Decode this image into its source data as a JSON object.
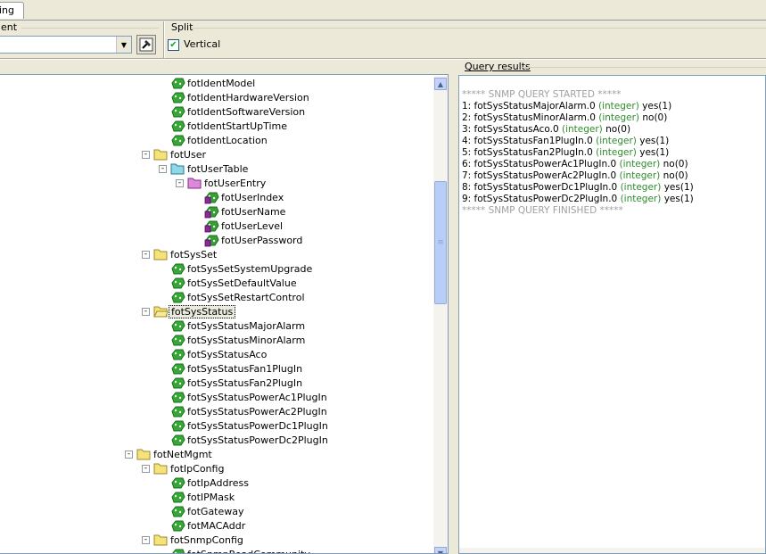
{
  "tab": {
    "label": "ing"
  },
  "agent": {
    "group_label": "gent",
    "combo_value": ""
  },
  "split": {
    "group_label": "Split",
    "vertical_label": "Vertical",
    "vertical_checked": true
  },
  "results": {
    "group_label": "Query results"
  },
  "tree": {
    "selected": "fotSysStatus",
    "rows": [
      {
        "label": "fotIdentModel",
        "depth": 3,
        "type": "leaf-green",
        "expander": ""
      },
      {
        "label": "fotIdentHardwareVersion",
        "depth": 3,
        "type": "leaf-green",
        "expander": ""
      },
      {
        "label": "fotIdentSoftwareVersion",
        "depth": 3,
        "type": "leaf-green",
        "expander": ""
      },
      {
        "label": "fotIdentStartUpTime",
        "depth": 3,
        "type": "leaf-green",
        "expander": ""
      },
      {
        "label": "fotIdentLocation",
        "depth": 3,
        "type": "leaf-green",
        "expander": ""
      },
      {
        "label": "fotUser",
        "depth": 2,
        "type": "folder",
        "expander": "-"
      },
      {
        "label": "fotUserTable",
        "depth": 3,
        "type": "folder-cyan",
        "expander": "-"
      },
      {
        "label": "fotUserEntry",
        "depth": 4,
        "type": "folder-pink",
        "expander": "-"
      },
      {
        "label": "fotUserIndex",
        "depth": 5,
        "type": "leaf-purple",
        "expander": ""
      },
      {
        "label": "fotUserName",
        "depth": 5,
        "type": "leaf-purple",
        "expander": ""
      },
      {
        "label": "fotUserLevel",
        "depth": 5,
        "type": "leaf-purple",
        "expander": ""
      },
      {
        "label": "fotUserPassword",
        "depth": 5,
        "type": "leaf-purple",
        "expander": ""
      },
      {
        "label": "fotSysSet",
        "depth": 2,
        "type": "folder",
        "expander": "-"
      },
      {
        "label": "fotSysSetSystemUpgrade",
        "depth": 3,
        "type": "leaf-green",
        "expander": ""
      },
      {
        "label": "fotSysSetDefaultValue",
        "depth": 3,
        "type": "leaf-green",
        "expander": ""
      },
      {
        "label": "fotSysSetRestartControl",
        "depth": 3,
        "type": "leaf-green",
        "expander": ""
      },
      {
        "label": "fotSysStatus",
        "depth": 2,
        "type": "folder-open",
        "expander": "-"
      },
      {
        "label": "fotSysStatusMajorAlarm",
        "depth": 3,
        "type": "leaf-green",
        "expander": ""
      },
      {
        "label": "fotSysStatusMinorAlarm",
        "depth": 3,
        "type": "leaf-green",
        "expander": ""
      },
      {
        "label": "fotSysStatusAco",
        "depth": 3,
        "type": "leaf-green",
        "expander": ""
      },
      {
        "label": "fotSysStatusFan1PlugIn",
        "depth": 3,
        "type": "leaf-green",
        "expander": ""
      },
      {
        "label": "fotSysStatusFan2PlugIn",
        "depth": 3,
        "type": "leaf-green",
        "expander": ""
      },
      {
        "label": "fotSysStatusPowerAc1PlugIn",
        "depth": 3,
        "type": "leaf-green",
        "expander": ""
      },
      {
        "label": "fotSysStatusPowerAc2PlugIn",
        "depth": 3,
        "type": "leaf-green",
        "expander": ""
      },
      {
        "label": "fotSysStatusPowerDc1PlugIn",
        "depth": 3,
        "type": "leaf-green",
        "expander": ""
      },
      {
        "label": "fotSysStatusPowerDc2PlugIn",
        "depth": 3,
        "type": "leaf-green",
        "expander": ""
      },
      {
        "label": "fotNetMgmt",
        "depth": 1,
        "type": "folder",
        "expander": "-"
      },
      {
        "label": "fotIpConfig",
        "depth": 2,
        "type": "folder",
        "expander": "-"
      },
      {
        "label": "fotIpAddress",
        "depth": 3,
        "type": "leaf-green",
        "expander": ""
      },
      {
        "label": "fotIPMask",
        "depth": 3,
        "type": "leaf-green",
        "expander": ""
      },
      {
        "label": "fotGateway",
        "depth": 3,
        "type": "leaf-green",
        "expander": ""
      },
      {
        "label": "fotMACAddr",
        "depth": 3,
        "type": "leaf-green",
        "expander": ""
      },
      {
        "label": "fotSnmpConfig",
        "depth": 2,
        "type": "folder",
        "expander": "-"
      },
      {
        "label": "fotSnmpReadCommunity",
        "depth": 3,
        "type": "leaf-green",
        "expander": ""
      }
    ]
  },
  "query_results": {
    "started": "***** SNMP QUERY STARTED *****",
    "finished": "***** SNMP QUERY FINISHED *****",
    "lines": [
      {
        "prefix": "1: fotSysStatusMajorAlarm.0 ",
        "type": "(integer)",
        "value": " yes(1)"
      },
      {
        "prefix": "2: fotSysStatusMinorAlarm.0 ",
        "type": "(integer)",
        "value": " no(0)"
      },
      {
        "prefix": "3: fotSysStatusAco.0 ",
        "type": "(integer)",
        "value": " no(0)"
      },
      {
        "prefix": "4: fotSysStatusFan1PlugIn.0 ",
        "type": "(integer)",
        "value": " yes(1)"
      },
      {
        "prefix": "5: fotSysStatusFan2PlugIn.0 ",
        "type": "(integer)",
        "value": " yes(1)"
      },
      {
        "prefix": "6: fotSysStatusPowerAc1PlugIn.0 ",
        "type": "(integer)",
        "value": " no(0)"
      },
      {
        "prefix": "7: fotSysStatusPowerAc2PlugIn.0 ",
        "type": "(integer)",
        "value": " no(0)"
      },
      {
        "prefix": "8: fotSysStatusPowerDc1PlugIn.0 ",
        "type": "(integer)",
        "value": " yes(1)"
      },
      {
        "prefix": "9: fotSysStatusPowerDc2PlugIn.0 ",
        "type": "(integer)",
        "value": " yes(1)"
      }
    ]
  },
  "colors": {
    "type_text": "#2e8b2e",
    "banner_text": "#a0a0a0",
    "leaf_green": "#2fa82f",
    "leaf_purple": "#7a2a8a",
    "folder_yellow": "#f4e37b"
  }
}
